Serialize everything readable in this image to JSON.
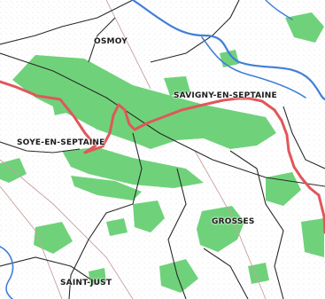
{
  "map": {
    "places": {
      "osmoy": "OSMOY",
      "savigny": "SAVIGNY-EN-SEPTAINE",
      "soye": "SOYE-EN-SEPTAINE",
      "grosses": "GROSSES",
      "saint_just": "SAINT-JUST"
    },
    "colors": {
      "forest": "#6fd27a",
      "route": "#e0575a",
      "river": "#3f7fd8",
      "border": "#2a2a2a",
      "road": "#c9a0a0",
      "background": "#ffffff"
    }
  }
}
